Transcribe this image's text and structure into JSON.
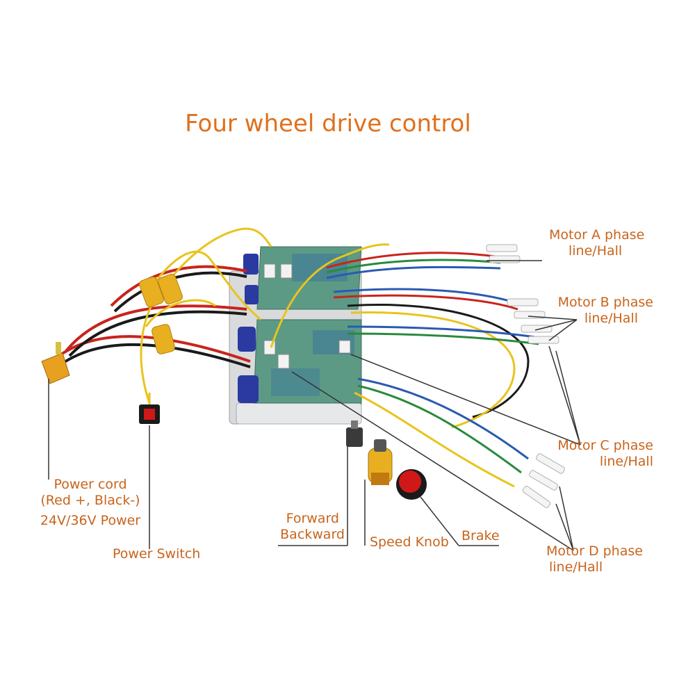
{
  "title": "Four wheel drive control",
  "labels": {
    "motor_a": [
      "Motor A phase",
      "line/Hall"
    ],
    "motor_b": [
      "Motor B phase",
      "line/Hall"
    ],
    "motor_c": [
      "Motor C phase",
      "line/Hall"
    ],
    "motor_d": [
      "Motor D phase",
      "line/Hall"
    ],
    "power_cord": [
      "Power cord",
      "(Red +, Black-)",
      "24V/36V Power"
    ],
    "power_switch": "Power Switch",
    "forward_backward": [
      "Forward",
      "Backward"
    ],
    "speed_knob": "Speed Knob",
    "brake": "Brake"
  },
  "colors": {
    "label_text": "#c8641c",
    "title_text": "#e0701c",
    "pcb_green": "#5c9a86",
    "connector_yellow": "#e8b020",
    "wire_red": "#c8241c",
    "wire_yellow": "#e8c41c",
    "wire_blue": "#2a5ab0",
    "wire_green": "#2a8a3c",
    "capacitor_blue": "#2a3aa0",
    "button_red": "#d01818"
  }
}
